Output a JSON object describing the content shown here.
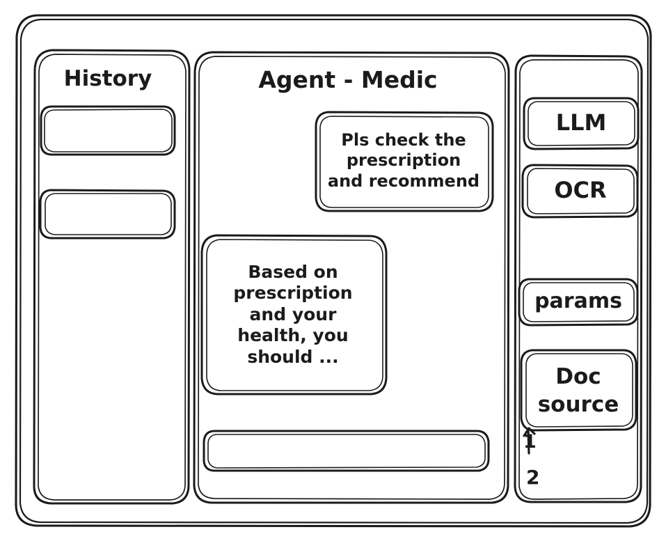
{
  "window": {
    "frame_label": "app-window"
  },
  "sidebar_left": {
    "title": "History",
    "items": [
      {
        "label": ""
      },
      {
        "label": ""
      }
    ]
  },
  "main": {
    "title": "Agent - Medic",
    "messages": [
      {
        "role": "user",
        "text": "Pls check the\nprescription\nand recommend"
      },
      {
        "role": "agent",
        "text": "Based on\nprescription\nand your\nhealth, you\nshould ..."
      }
    ],
    "composer": {
      "value": "",
      "placeholder": ""
    }
  },
  "sidebar_right": {
    "tools": [
      {
        "label": "LLM"
      },
      {
        "label": "OCR"
      },
      {
        "label": "params"
      },
      {
        "label": "Doc\nsource"
      }
    ],
    "doc_sources": [
      {
        "label": "1"
      },
      {
        "label": "2"
      }
    ]
  },
  "style": {
    "stroke": "#1b1b1b",
    "background": "#ffffff"
  }
}
